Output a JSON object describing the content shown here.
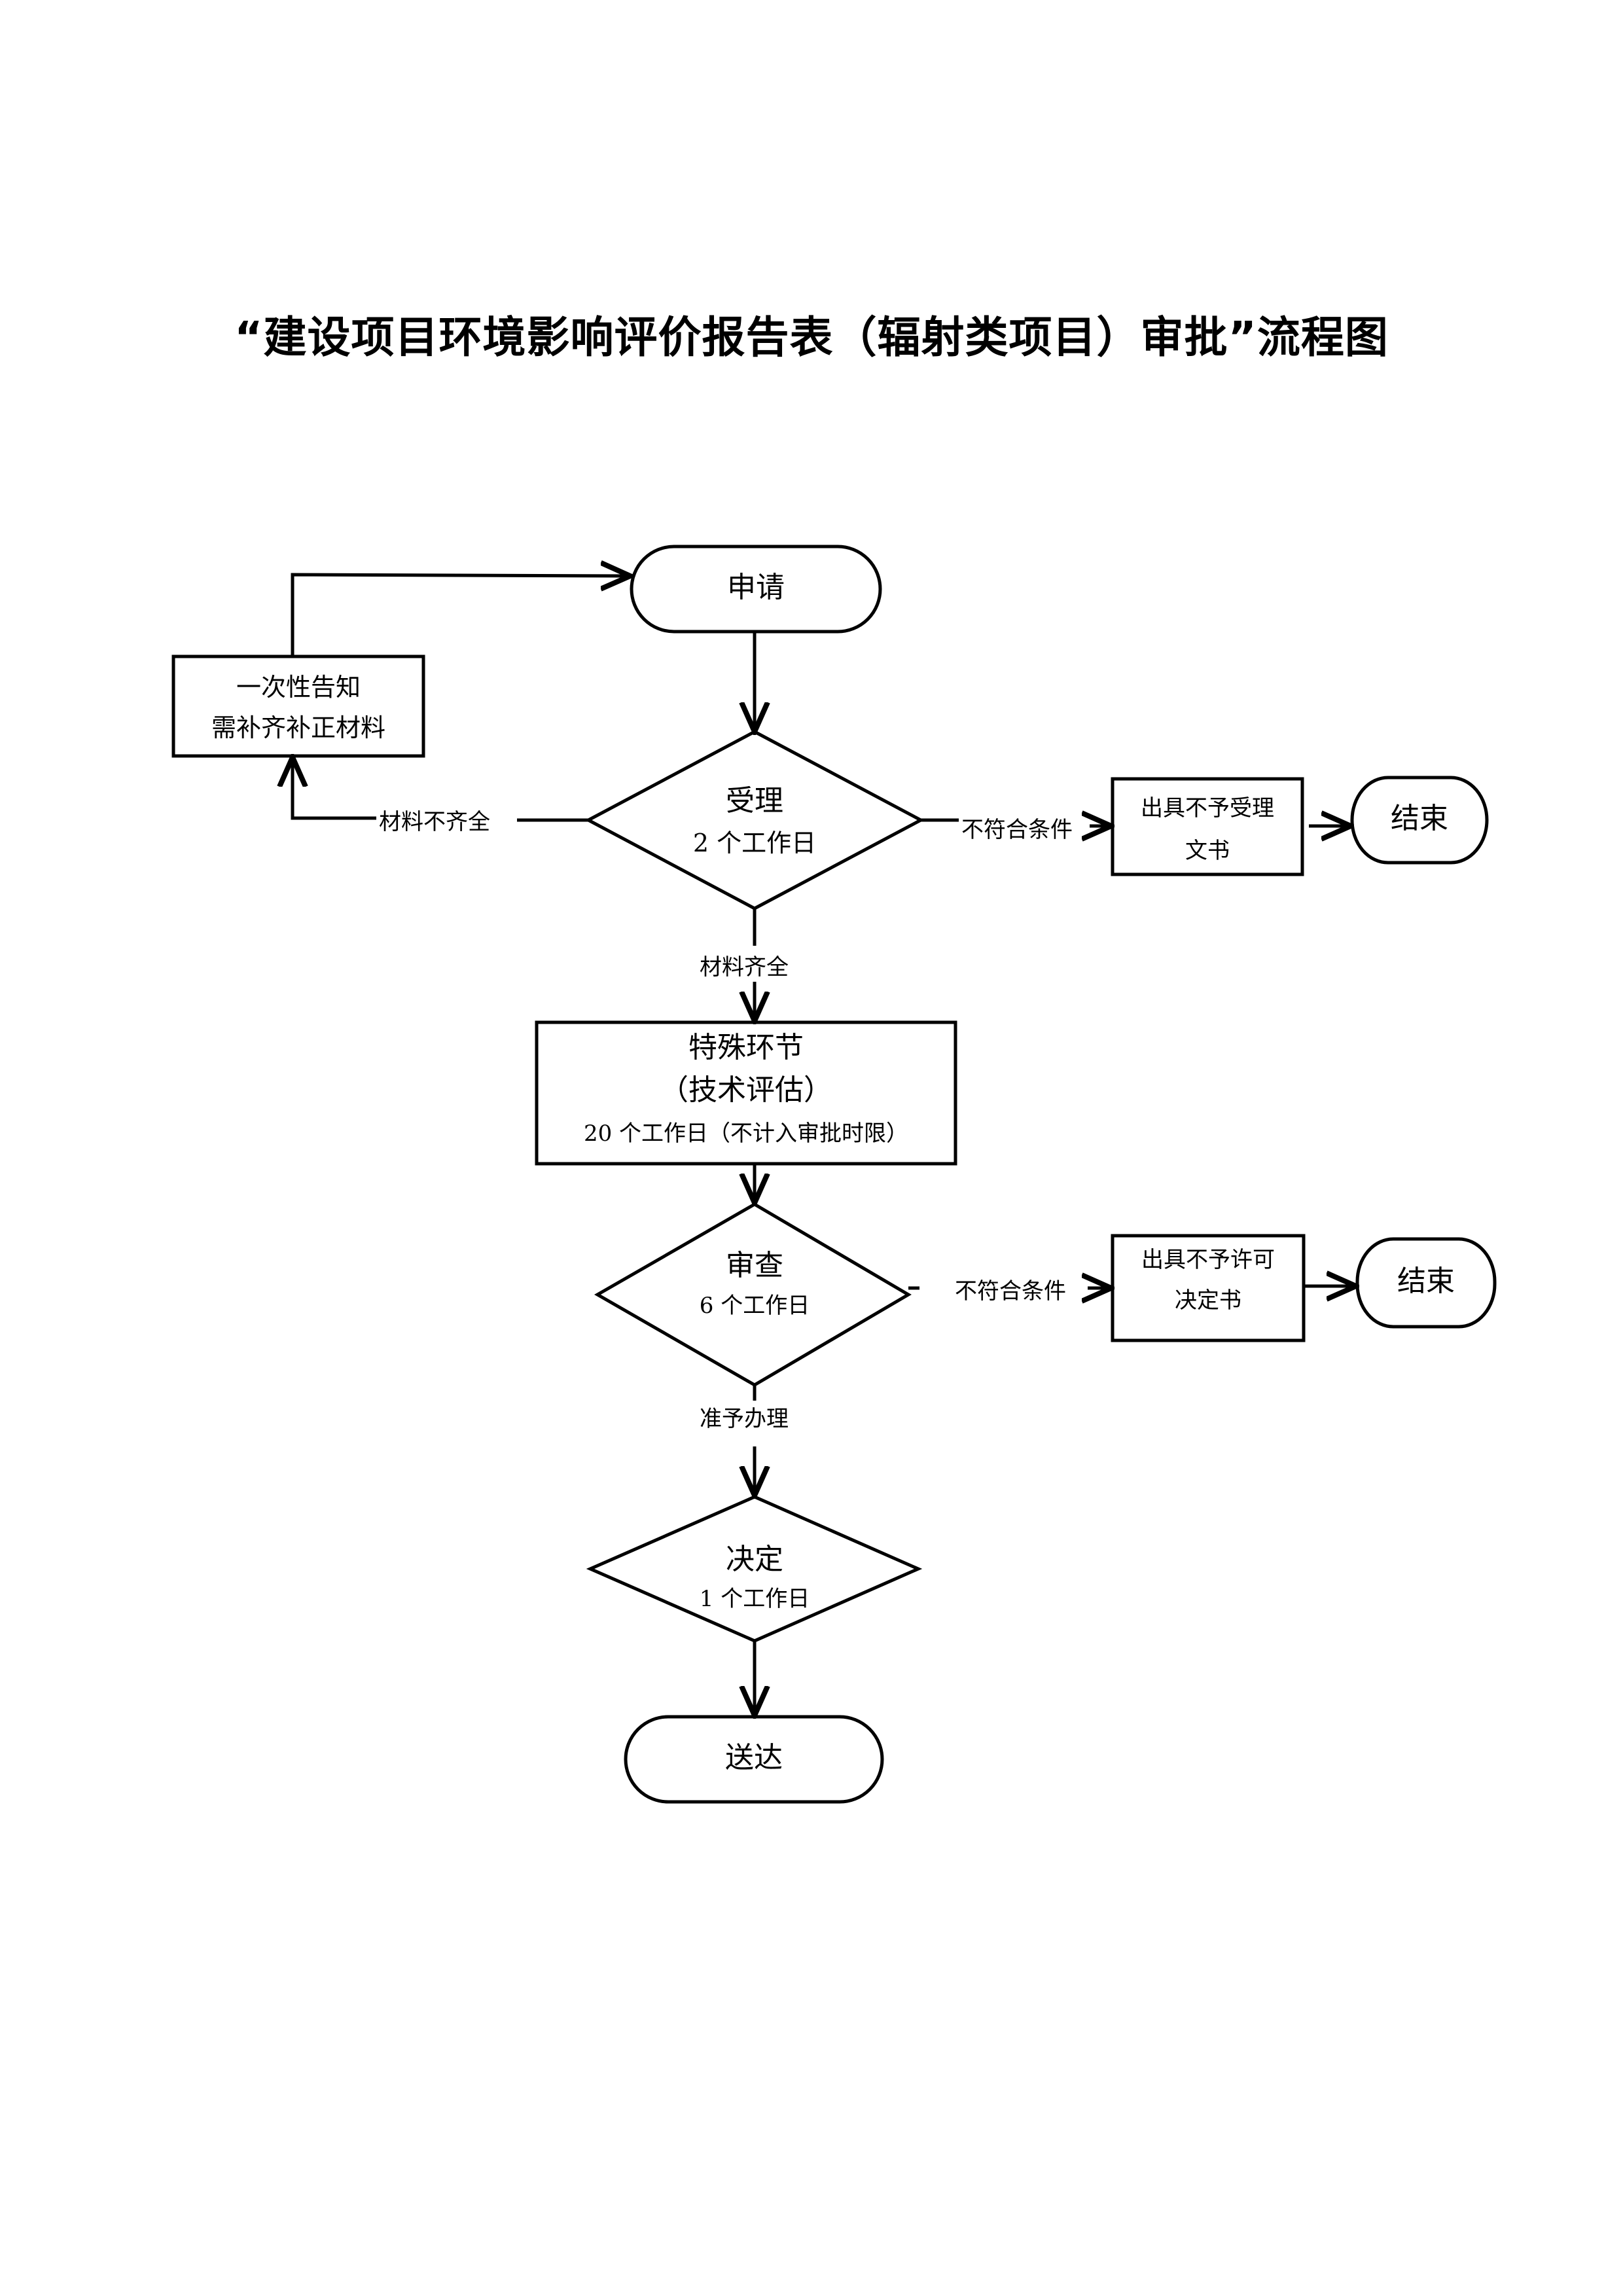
{
  "title": "“建设项目环境影响评价报告表（辐射类项目）审批”流程图",
  "nodes": {
    "apply": {
      "label": "申请",
      "shape": "terminal"
    },
    "notify": {
      "line1": "一次性告知",
      "line2": "需补齐补正材料",
      "shape": "process"
    },
    "accept": {
      "label": "受理",
      "duration": "2 个工作日",
      "shape": "decision"
    },
    "reject_accept_doc": {
      "line1": "出具不予受理",
      "line2": "文书",
      "shape": "process"
    },
    "end1": {
      "label": "结束",
      "shape": "terminal"
    },
    "special": {
      "line1": "特殊环节",
      "line2": "（技术评估）",
      "line3": "20 个工作日（不计入审批时限）",
      "shape": "process"
    },
    "review": {
      "label": "审查",
      "duration": "6 个工作日",
      "shape": "decision"
    },
    "reject_permit_doc": {
      "line1": "出具不予许可",
      "line2": "决定书",
      "shape": "process"
    },
    "end2": {
      "label": "结束",
      "shape": "terminal"
    },
    "decide": {
      "label": "决定",
      "duration": "1 个工作日",
      "shape": "decision"
    },
    "deliver": {
      "label": "送达",
      "shape": "terminal"
    }
  },
  "edges": {
    "incomplete": "材料不齐全",
    "not_qualified_1": "不符合条件",
    "complete": "材料齐全",
    "not_qualified_2": "不符合条件",
    "approved": "准予办理"
  },
  "colors": {
    "stroke": "#000000",
    "background": "#ffffff"
  }
}
